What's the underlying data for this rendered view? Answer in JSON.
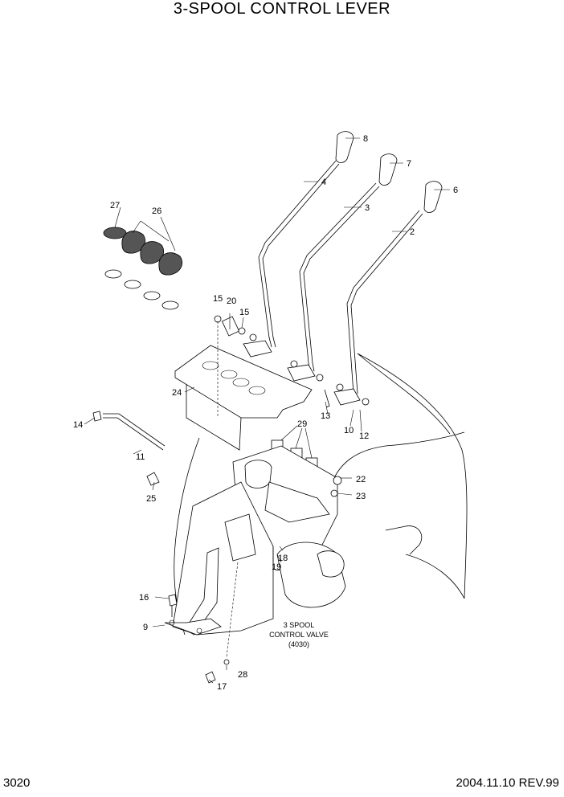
{
  "title": "3-SPOOL CONTROL LEVER",
  "page_number": "3020",
  "revision": "2004.11.10 REV.99",
  "valve_note": {
    "line1": "3 SPOOL",
    "line2": "CONTROL VALVE",
    "line3": "(4030)"
  },
  "callouts": {
    "c2": "2",
    "c3": "3",
    "c4": "4",
    "c6": "6",
    "c7": "7",
    "c8": "8",
    "c9": "9",
    "c10": "10",
    "c11": "11",
    "c12": "12",
    "c13": "13",
    "c14": "14",
    "c15a": "15",
    "c15b": "15",
    "c16": "16",
    "c17": "17",
    "c18": "18",
    "c19": "19",
    "c20": "20",
    "c22": "22",
    "c23": "23",
    "c24": "24",
    "c25": "25",
    "c26": "26",
    "c27": "27",
    "c28": "28",
    "c29": "29"
  }
}
